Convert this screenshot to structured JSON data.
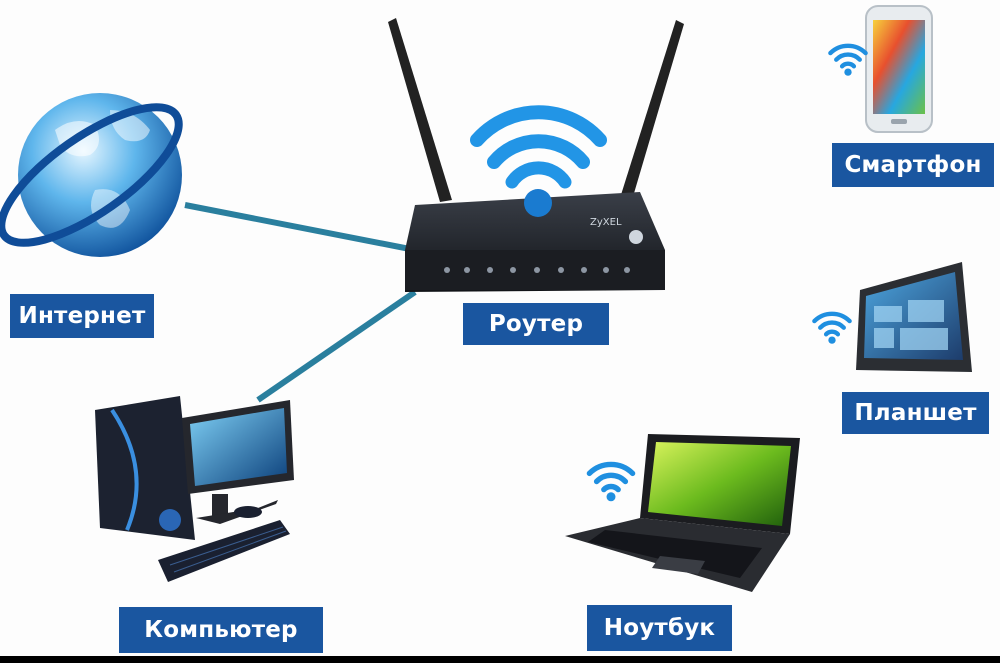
{
  "nodes": {
    "internet": {
      "label": "Интернет",
      "icon": "globe-icon"
    },
    "router": {
      "label": "Роутер",
      "icon": "router-icon",
      "brand": "ZyXEL"
    },
    "smartphone": {
      "label": "Смартфон",
      "icon": "smartphone-icon"
    },
    "tablet": {
      "label": "Планшет",
      "icon": "tablet-icon"
    },
    "computer": {
      "label": "Компьютер",
      "icon": "desktop-computer-icon"
    },
    "laptop": {
      "label": "Ноутбук",
      "icon": "laptop-icon"
    }
  },
  "colors": {
    "label_bg": "#1a56a0",
    "connection_line": "#2a7f9e",
    "wifi": "#1f8fe0",
    "background": "#fdfdfd"
  }
}
